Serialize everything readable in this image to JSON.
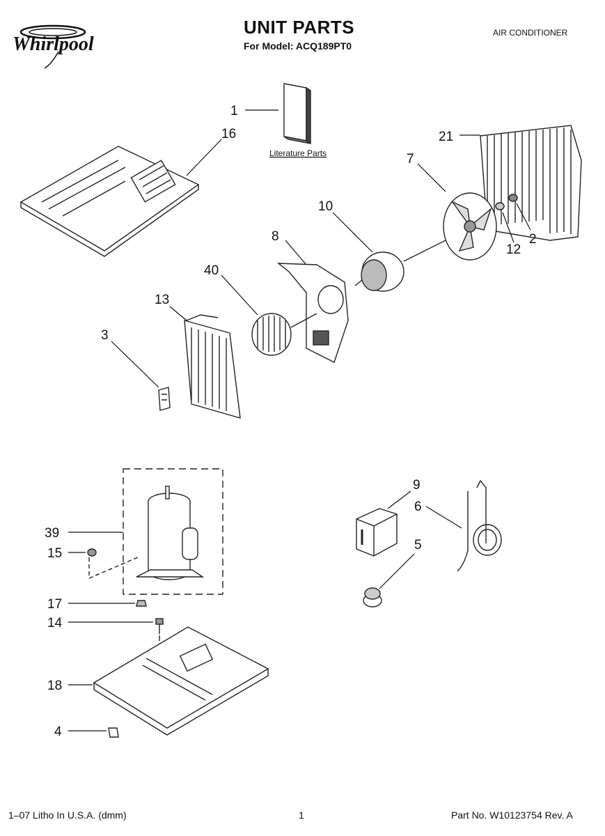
{
  "header": {
    "brand": "Whirlpool",
    "title": "UNIT PARTS",
    "model_line": "For Model: ACQ189PT0",
    "product": "AIR CONDITIONER"
  },
  "parts": {
    "literature_label": "Literature Parts",
    "callouts": [
      "1",
      "16",
      "21",
      "7",
      "10",
      "8",
      "40",
      "13",
      "3",
      "12",
      "2",
      "9",
      "6",
      "5",
      "39",
      "15",
      "17",
      "14",
      "18",
      "4"
    ]
  },
  "footer": {
    "left": "1–07 Litho In U.S.A. (dmm)",
    "center": "1",
    "right": "Part No. W10123754 Rev. A"
  }
}
